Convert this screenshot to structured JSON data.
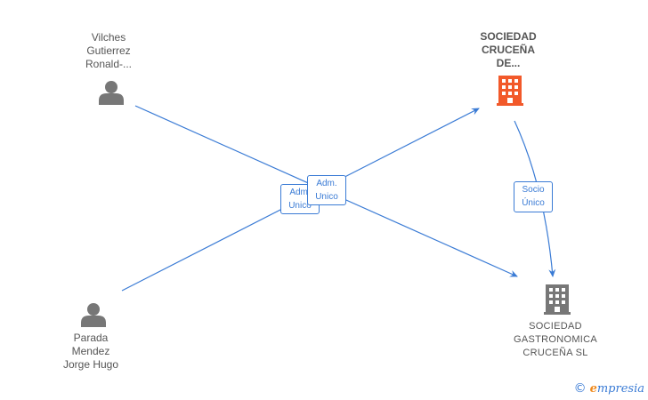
{
  "nodes": {
    "person_top": {
      "lines": [
        "Vilches",
        "Gutierrez",
        "Ronald-..."
      ],
      "icon": "person-icon"
    },
    "person_bottom": {
      "lines": [
        "Parada",
        "Mendez",
        "Jorge Hugo"
      ],
      "icon": "person-icon"
    },
    "company_top": {
      "lines": [
        "SOCIEDAD",
        "CRUCEÑA",
        "DE..."
      ],
      "icon": "building-icon",
      "color": "#f2592a"
    },
    "company_bottom": {
      "lines": [
        "SOCIEDAD",
        "GASTRONOMICA",
        "CRUCEÑA  SL"
      ],
      "icon": "building-icon",
      "color": "#777777"
    }
  },
  "edges": [
    {
      "from": "person_top",
      "to": "company_bottom",
      "label": [
        "Adm.",
        "Unico"
      ]
    },
    {
      "from": "person_bottom",
      "to": "company_top",
      "label": [
        "Adm.",
        "Unico"
      ]
    },
    {
      "from": "company_top",
      "to": "company_bottom",
      "label": [
        "Socio",
        "Único"
      ]
    }
  ],
  "colors": {
    "edge": "#3a7bd5",
    "person": "#777777"
  },
  "footer": {
    "copyright_symbol": "©",
    "brand_first": "e",
    "brand_rest": "mpresia"
  }
}
